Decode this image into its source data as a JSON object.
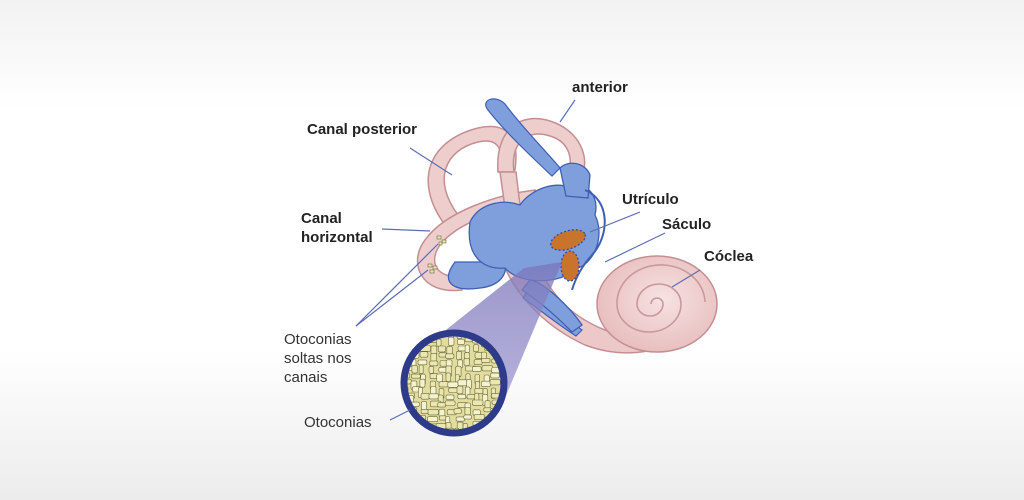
{
  "labels": {
    "anterior": "anterior",
    "canal_posterior": "Canal posterior",
    "canal_horizontal_line1": "Canal",
    "canal_horizontal_line2": "horizontal",
    "utriculo": "Utrículo",
    "saculo": "Sáculo",
    "coclea": "Cóclea",
    "otoconias_soltas_line1": "Otoconias",
    "otoconias_soltas_line2": "soltas nos",
    "otoconias_soltas_line3": "canais",
    "otoconias": "Otoconias"
  },
  "colors": {
    "canal_pink": "#eecdcd",
    "canal_outline": "#c48f93",
    "labyrinth_blue": "#7f9fdc",
    "labyrinth_outline": "#3e5fb3",
    "otolith_orange": "#c8742d",
    "otoconia_crystal": "#eae7b2",
    "magnifier_ring": "#2e3a8a",
    "cone_fill": "#8c87c4"
  }
}
